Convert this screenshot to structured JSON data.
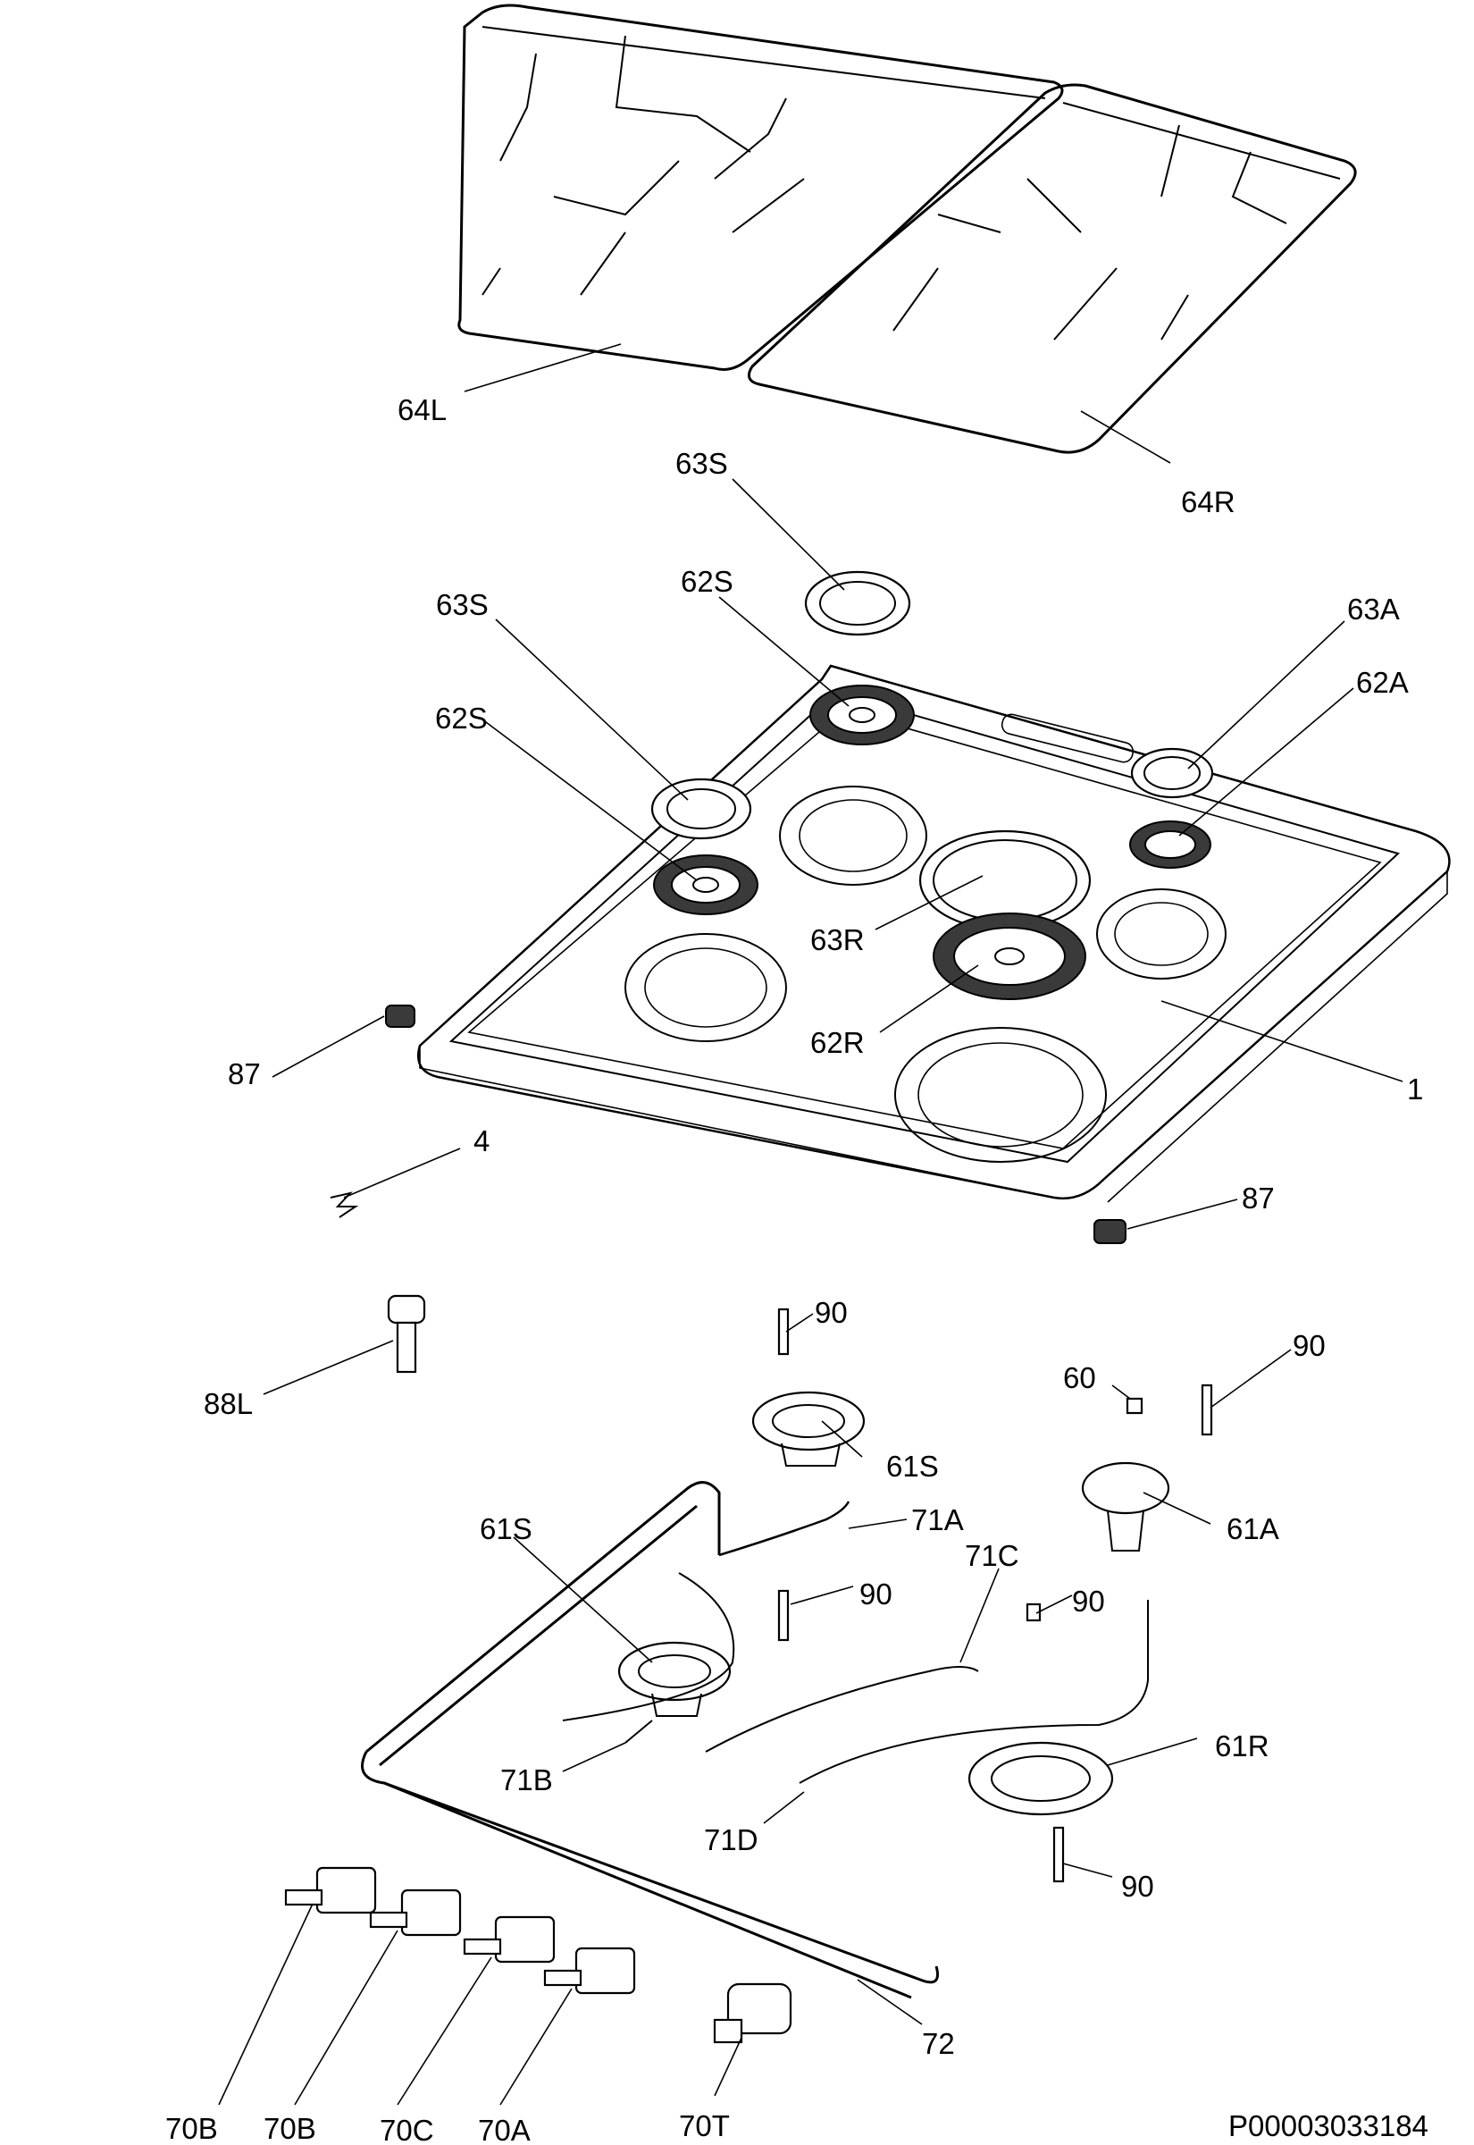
{
  "labels": {
    "l64L": "64L",
    "l64R": "64R",
    "l63S_top": "63S",
    "l62S_top": "62S",
    "l63S_left": "63S",
    "l62S_left": "62S",
    "l63A": "63A",
    "l62A": "62A",
    "l63R": "63R",
    "l62R": "62R",
    "l1": "1",
    "l87_left": "87",
    "l87_right": "87",
    "l4": "4",
    "l88L": "88L",
    "l90_a": "90",
    "l90_b": "90",
    "l90_c": "90",
    "l90_d": "90",
    "l90_e": "90",
    "l60": "60",
    "l61S_a": "61S",
    "l61S_b": "61S",
    "l61A": "61A",
    "l71A": "71A",
    "l71C": "71C",
    "l71B": "71B",
    "l71D": "71D",
    "l61R": "61R",
    "l72": "72",
    "l70B_1": "70B",
    "l70B_2": "70B",
    "l70C": "70C",
    "l70A": "70A",
    "l70T": "70T"
  },
  "doc_id": "P00003033184"
}
